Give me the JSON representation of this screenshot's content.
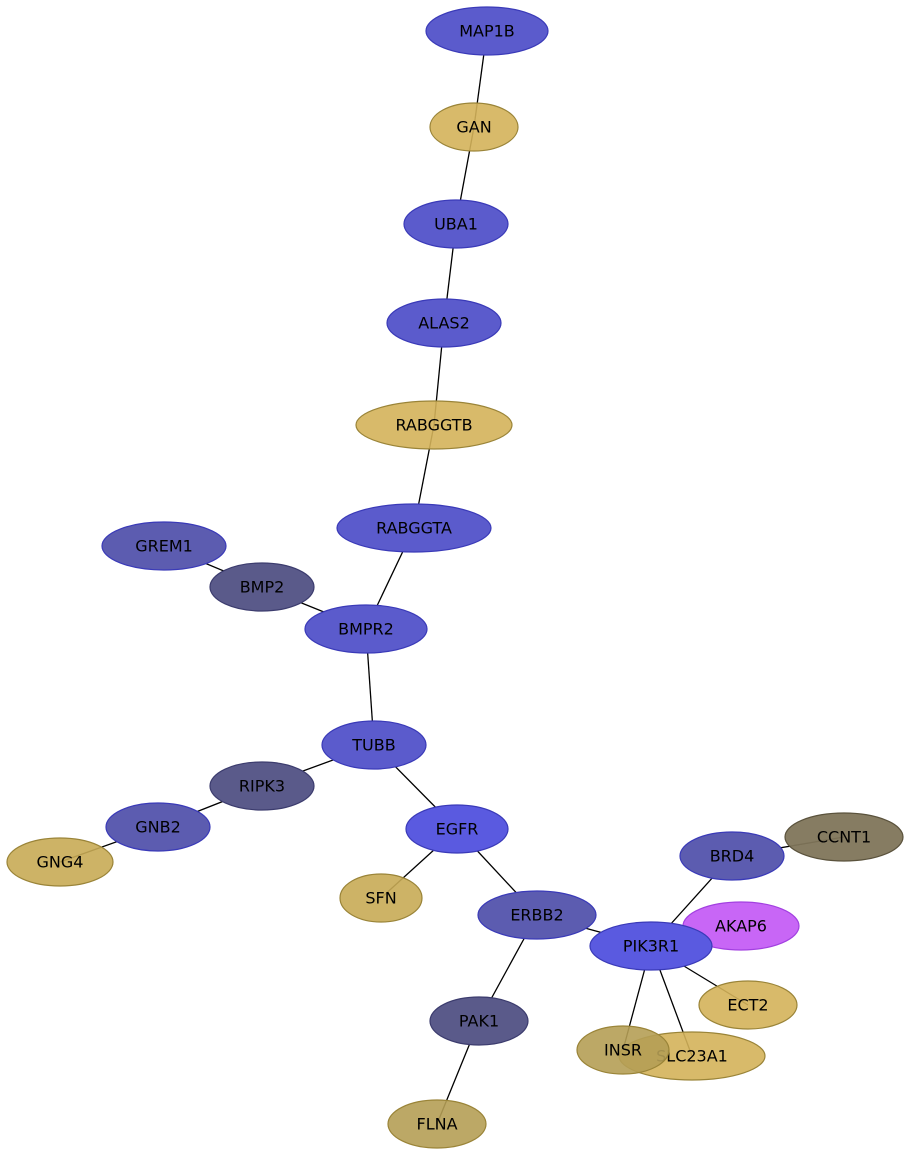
{
  "colors": {
    "blue": "#5b5bcc",
    "blue_stroke": "#3a3ab8",
    "bright_blue": "#5a5ae0",
    "slate": "#5a5a8a",
    "slate_stroke": "#3c3c6e",
    "indigo": "#5c5cb0",
    "gold": "#d4b35a",
    "olive_gold": "#b59f55",
    "khaki": "#c8ab55",
    "olive_stroke": "#9a8438",
    "dark_olive": "#7f755a",
    "dark_olive_stroke": "#5a523c",
    "violet": "#c255f5",
    "violet_stroke": "#a240e0"
  },
  "nodes": [
    {
      "id": "MAP1B",
      "label": "MAP1B",
      "color": "blue"
    },
    {
      "id": "GAN",
      "label": "GAN",
      "color": "gold"
    },
    {
      "id": "UBA1",
      "label": "UBA1",
      "color": "blue"
    },
    {
      "id": "ALAS2",
      "label": "ALAS2",
      "color": "blue"
    },
    {
      "id": "RABGGTB",
      "label": "RABGGTB",
      "color": "gold"
    },
    {
      "id": "RABGGTA",
      "label": "RABGGTA",
      "color": "blue"
    },
    {
      "id": "GREM1",
      "label": "GREM1",
      "color": "indigo"
    },
    {
      "id": "BMP2",
      "label": "BMP2",
      "color": "slate"
    },
    {
      "id": "BMPR2",
      "label": "BMPR2",
      "color": "blue"
    },
    {
      "id": "TUBB",
      "label": "TUBB",
      "color": "blue"
    },
    {
      "id": "RIPK3",
      "label": "RIPK3",
      "color": "slate"
    },
    {
      "id": "GNB2",
      "label": "GNB2",
      "color": "indigo"
    },
    {
      "id": "GNG4",
      "label": "GNG4",
      "color": "khaki"
    },
    {
      "id": "EGFR",
      "label": "EGFR",
      "color": "bright_blue"
    },
    {
      "id": "SFN",
      "label": "SFN",
      "color": "khaki"
    },
    {
      "id": "ERBB2",
      "label": "ERBB2",
      "color": "indigo"
    },
    {
      "id": "PAK1",
      "label": "PAK1",
      "color": "slate"
    },
    {
      "id": "FLNA",
      "label": "FLNA",
      "color": "olive_gold"
    },
    {
      "id": "BRD4",
      "label": "BRD4",
      "color": "indigo"
    },
    {
      "id": "CCNT1",
      "label": "CCNT1",
      "color": "dark_olive"
    },
    {
      "id": "AKAP6",
      "label": "AKAP6",
      "color": "violet"
    },
    {
      "id": "PIK3R1",
      "label": "PIK3R1",
      "color": "bright_blue"
    },
    {
      "id": "ECT2",
      "label": "ECT2",
      "color": "gold"
    },
    {
      "id": "SLC23A1",
      "label": "SLC23A1",
      "color": "gold"
    },
    {
      "id": "INSR",
      "label": "INSR",
      "color": "olive_gold"
    }
  ],
  "edges": [
    [
      "MAP1B",
      "GAN"
    ],
    [
      "GAN",
      "UBA1"
    ],
    [
      "UBA1",
      "ALAS2"
    ],
    [
      "ALAS2",
      "RABGGTB"
    ],
    [
      "RABGGTB",
      "RABGGTA"
    ],
    [
      "RABGGTA",
      "BMPR2"
    ],
    [
      "GREM1",
      "BMP2"
    ],
    [
      "BMP2",
      "BMPR2"
    ],
    [
      "BMPR2",
      "TUBB"
    ],
    [
      "TUBB",
      "RIPK3"
    ],
    [
      "RIPK3",
      "GNB2"
    ],
    [
      "GNB2",
      "GNG4"
    ],
    [
      "TUBB",
      "EGFR"
    ],
    [
      "EGFR",
      "SFN"
    ],
    [
      "EGFR",
      "ERBB2"
    ],
    [
      "ERBB2",
      "PAK1"
    ],
    [
      "PAK1",
      "FLNA"
    ],
    [
      "ERBB2",
      "PIK3R1"
    ],
    [
      "BRD4",
      "CCNT1"
    ],
    [
      "BRD4",
      "PIK3R1"
    ],
    [
      "PIK3R1",
      "ECT2"
    ],
    [
      "PIK3R1",
      "INSR"
    ],
    [
      "PIK3R1",
      "SLC23A1"
    ]
  ]
}
